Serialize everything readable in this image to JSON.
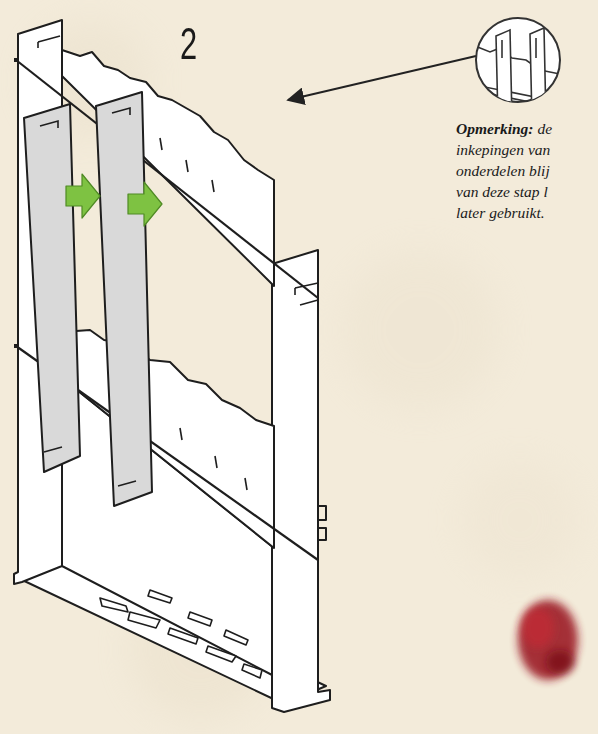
{
  "diagram": {
    "labels": [
      "2",
      "Opmerking:",
      "de inkepingen van onderdelen blij van deze stap l later gebruikt."
    ]
  }
}
